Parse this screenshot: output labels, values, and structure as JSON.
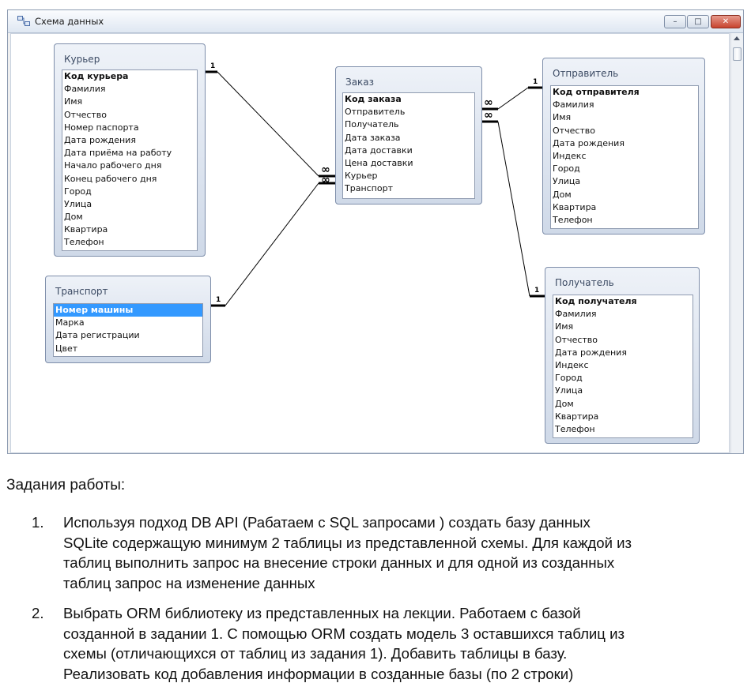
{
  "window": {
    "title": "Схема данных",
    "controls": {
      "minimize": "–",
      "maximize": "□",
      "close": "✕"
    }
  },
  "tables": {
    "courier": {
      "title": "Курьер",
      "fields": [
        "Код курьера",
        "Фамилия",
        "Имя",
        "Отчество",
        "Номер паспорта",
        "Дата рождения",
        "Дата приёма на работу",
        "Начало рабочего дня",
        "Конец рабочего дня",
        "Город",
        "Улица",
        "Дом",
        "Квартира",
        "Телефон"
      ],
      "primary_key": "Код курьера"
    },
    "order": {
      "title": "Заказ",
      "fields": [
        "Код заказа",
        "Отправитель",
        "Получатель",
        "Дата заказа",
        "Дата доставки",
        "Цена доставки",
        "Курьер",
        "Транспорт"
      ],
      "primary_key": "Код заказа"
    },
    "sender": {
      "title": "Отправитель",
      "fields": [
        "Код отправителя",
        "Фамилия",
        "Имя",
        "Отчество",
        "Дата рождения",
        "Индекс",
        "Город",
        "Улица",
        "Дом",
        "Квартира",
        "Телефон"
      ],
      "primary_key": "Код отправителя"
    },
    "transport": {
      "title": "Транспорт",
      "fields": [
        "Номер машины",
        "Марка",
        "Дата регистрации",
        "Цвет"
      ],
      "selected": "Номер машины"
    },
    "recipient": {
      "title": "Получатель",
      "fields": [
        "Код получателя",
        "Фамилия",
        "Имя",
        "Отчество",
        "Дата рождения",
        "Индекс",
        "Город",
        "Улица",
        "Дом",
        "Квартира",
        "Телефон"
      ],
      "primary_key": "Код получателя"
    }
  },
  "relationships": {
    "one_label": "1",
    "many_label": "∞"
  },
  "document": {
    "heading": "Задания работы:",
    "tasks": [
      {
        "number": "1.",
        "lines": [
          "Используя подход DB API (Рабатаем с SQL запросами ) создать базу данных",
          "SQLite содержащую минимум 2 таблицы из представленной схемы. Для каждой из",
          "таблиц выполнить  запрос на внесение строки данных и для одной из созданных",
          "таблиц запрос на изменение данных"
        ]
      },
      {
        "number": "2.",
        "lines": [
          "Выбрать ORM библиотеку из представленных на лекции. Работаем с базой",
          "созданной в задании 1. С помощью ORM создать модель 3 оставшихся таблиц из",
          "схемы (отличающихся от таблиц из задания 1). Добавить таблицы в базу.",
          "Реализовать код добавления информации в созданные базы (по 2 строки)"
        ]
      }
    ]
  },
  "colors": {
    "selection": "#3399ff",
    "table_header": "#dfe6f1",
    "close_button": "#c8442f"
  }
}
